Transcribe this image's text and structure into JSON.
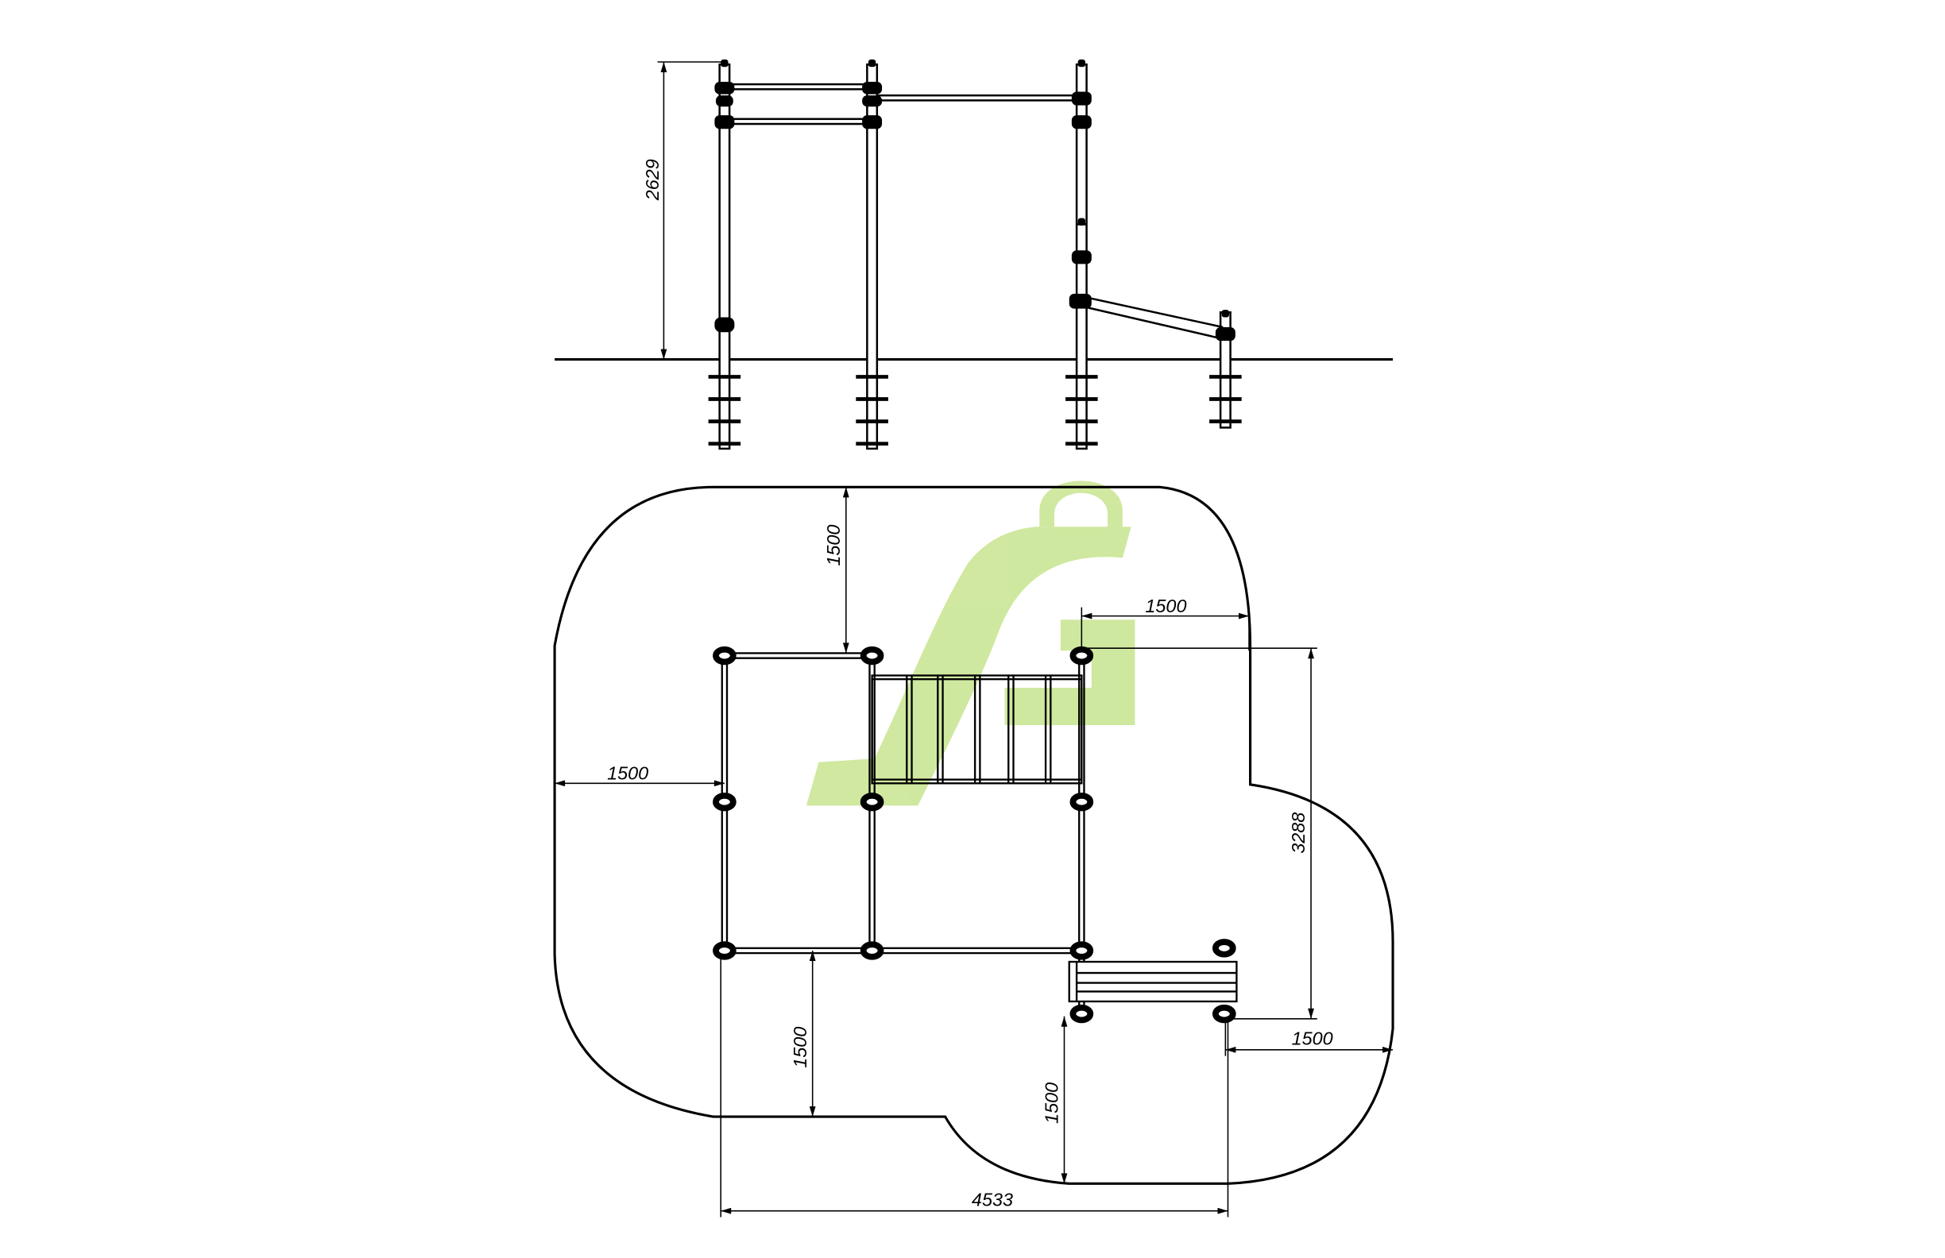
{
  "title": "Street workout complex: elevation and plan",
  "elevation": {
    "height_dimension": "2629"
  },
  "plan": {
    "dimensions": {
      "top_clearance": "1500",
      "right_top_clearance": "1500",
      "left_clearance": "1500",
      "bottom_left_clearance": "1500",
      "bottom_clearance": "1500",
      "right_bottom_clearance": "1500",
      "depth": "3288",
      "width": "4533"
    }
  },
  "colors": {
    "line": "#000000",
    "watermark": "#c8e68c"
  },
  "watermark": {
    "icon": "sg-logo-icon"
  }
}
